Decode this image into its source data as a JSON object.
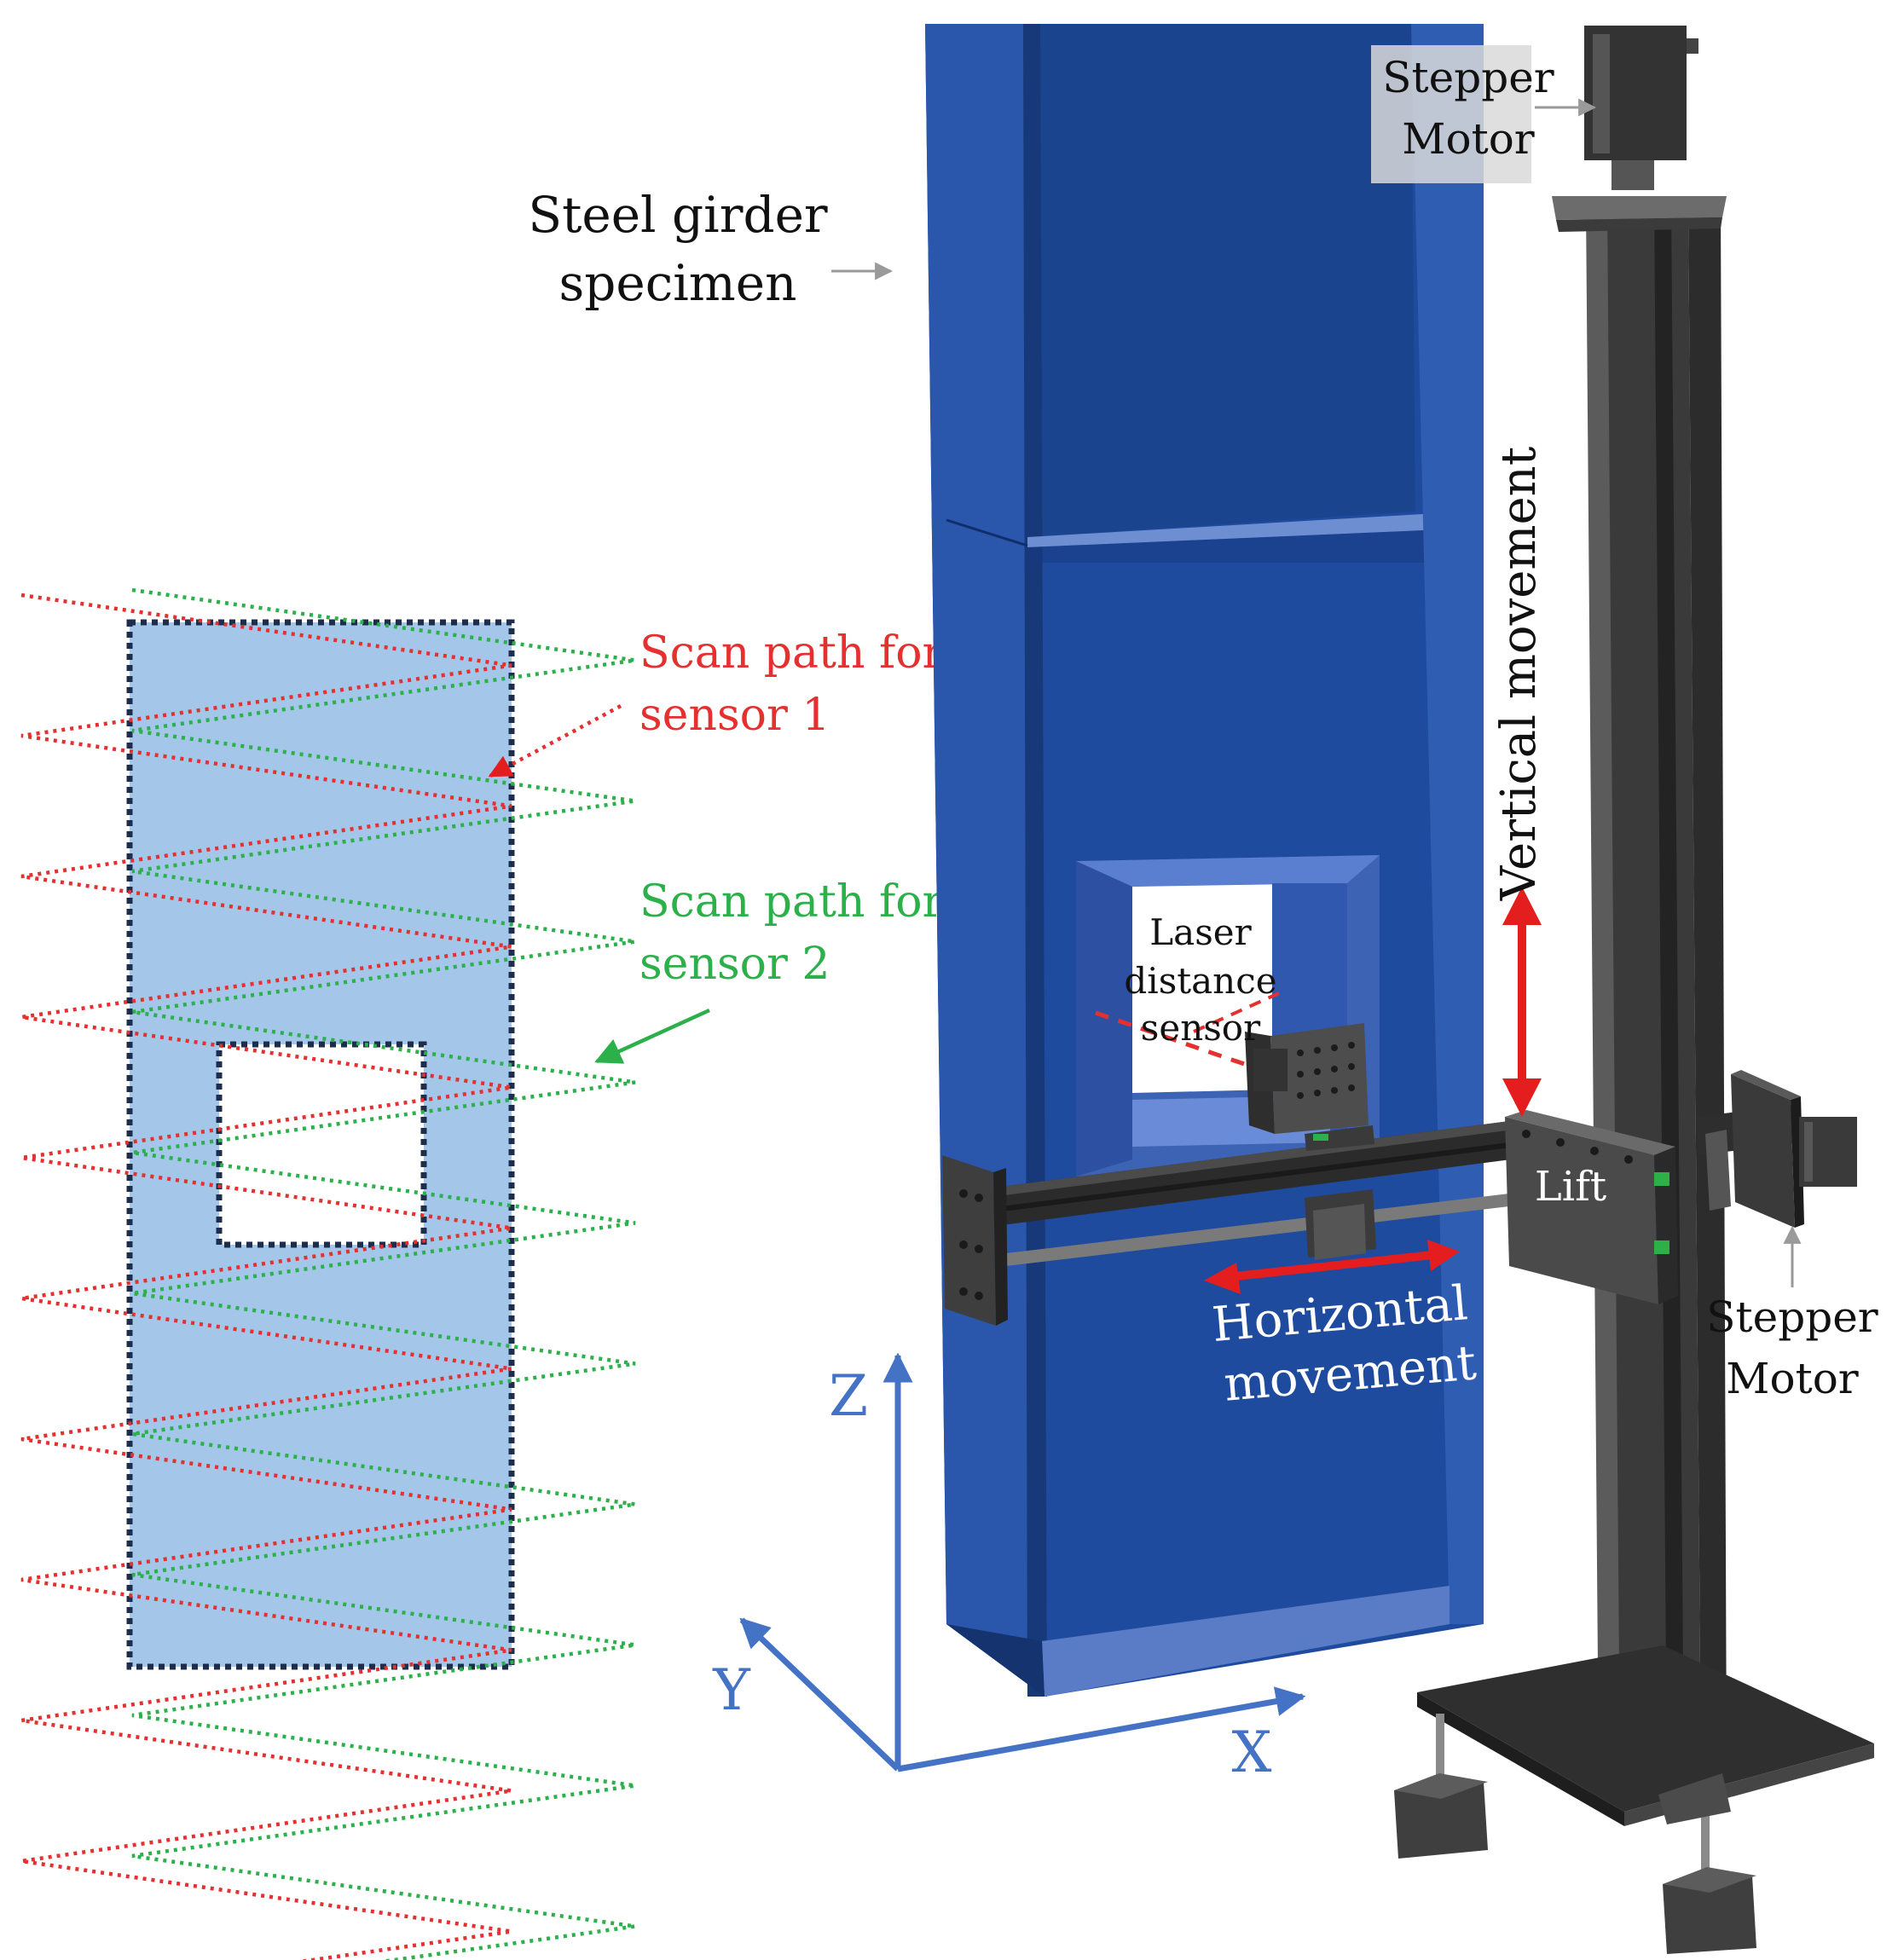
{
  "labels": {
    "girder_line1": "Steel girder",
    "girder_line2": "specimen",
    "stepper_top_line1": "Stepper",
    "stepper_top_line2": "Motor",
    "stepper_right_line1": "Stepper",
    "stepper_right_line2": "Motor",
    "scan1_line1": "Scan path for",
    "scan1_line2": "sensor 1",
    "scan2_line1": "Scan path for",
    "scan2_line2": "sensor 2",
    "laser_line1": "Laser",
    "laser_line2": "distance",
    "laser_line3": "sensor",
    "vertical": "Vertical movement",
    "horizontal_line1": "Horizontal",
    "horizontal_line2": "movement",
    "lift": "Lift",
    "axis_x": "X",
    "axis_y": "Y",
    "axis_z": "Z"
  },
  "colors": {
    "girder": "#1f4b9e",
    "girder_dark": "#1a3f87",
    "girder_light": "#4d6fbf",
    "panel_fill": "#a4c6e9",
    "sensor1_path": "#e53030",
    "sensor2_path": "#2bb04a",
    "axis": "#4472c4",
    "arrow_red": "#e41e1e",
    "machine": "#3b3b3b"
  }
}
